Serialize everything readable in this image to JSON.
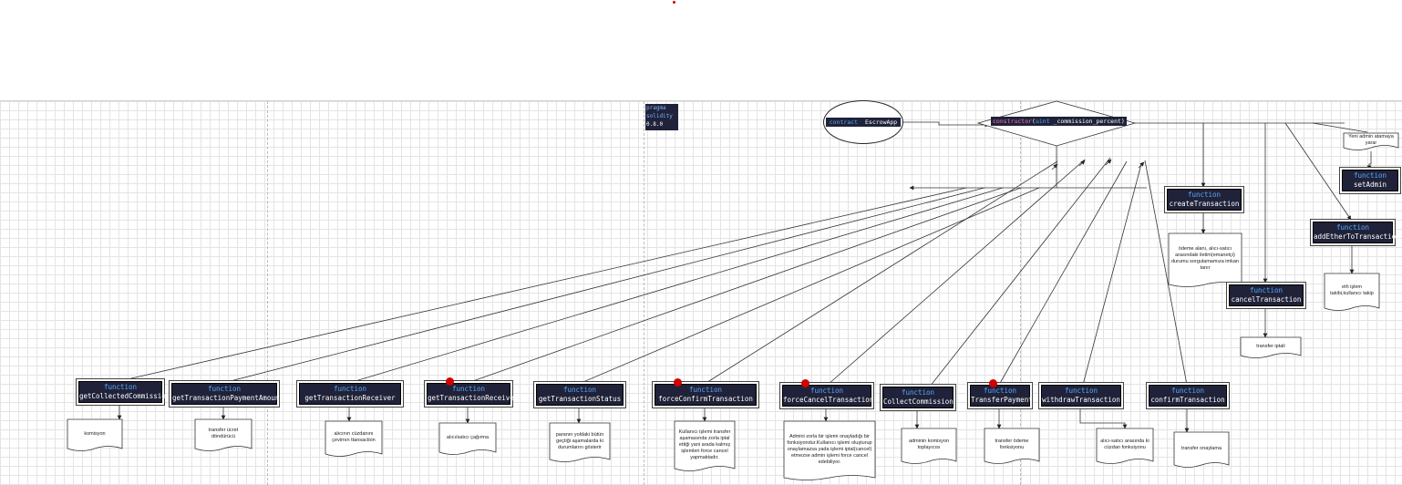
{
  "pragma": {
    "line1": "pragma",
    "line2": "solidity",
    "line3": "0.8.0"
  },
  "contract": {
    "keyword": "contract",
    "name": "EscrowApp"
  },
  "constructor": {
    "keyword": "constructor",
    "type": "uint",
    "param": "_commission_percent"
  },
  "function_keyword": "function",
  "functions": [
    {
      "id": "getCollectedCommission",
      "name": "getCollectedCommission",
      "doc": "komisyon",
      "marked": false
    },
    {
      "id": "getTransactionPaymentAmount",
      "name": "getTransactionPaymentAmount",
      "doc": "transfer ücret döndürücü",
      "marked": false
    },
    {
      "id": "getTransactionReceiver",
      "name": "getTransactionReceiver",
      "doc": "alıcının cüzdanını çevirnın ttansaction",
      "marked": false
    },
    {
      "id": "getTransactionReceiver2",
      "name": "getTransactionReceiver",
      "doc": "alıcı/satıcı çağırma",
      "marked": true
    },
    {
      "id": "getTransactionStatus",
      "name": "getTransactionStatus",
      "doc": "paranın yoldaki bütün geçtiği aşamalarda ki durumlarını gösterir",
      "marked": false
    },
    {
      "id": "forceConfirmTransaction",
      "name": "forceConfirmTransaction",
      "doc": "Kullanıcı işlemi transfer aşamasında zorla iptal ettiği yani arada kalmış işlemleri force cancel yapmaktadır.",
      "marked": true
    },
    {
      "id": "forceCancelTransaction",
      "name": "forceCancelTransaction",
      "doc": "Admini zorla bir işlemi onayladığı bir fonksiyondur.Kullanıcı işlemi oluşturup onaylamazsa yada işlemi iptal(cancel) etmezse admin işlemi force cancel edebiliyor.",
      "marked": true
    },
    {
      "id": "CollectCommission",
      "name": "CollectCommission",
      "doc": "adminin komisyon toplayıcısı",
      "marked": false
    },
    {
      "id": "TransferPayment",
      "name": "TransferPayment",
      "doc": "transfer ödeme fonksiyonu",
      "marked": true
    },
    {
      "id": "withdrawTransaction",
      "name": "withdrawTransaction",
      "doc": "alıcı-satıcı arasında ki cüzdan fonksiyonu",
      "marked": false
    },
    {
      "id": "confirmTransaction",
      "name": "confirmTransaction",
      "doc": "transfer onaylama",
      "marked": false
    },
    {
      "id": "createTransaction",
      "name": "createTransaction",
      "doc": "ödeme alanı, alıcı-satıcı arasındaki iletim(emanetçi) durumu sorgulamamıza imkan tanır",
      "marked": false
    },
    {
      "id": "cancelTransaction",
      "name": "cancelTransaction",
      "doc": "transfer iptali",
      "marked": false
    },
    {
      "id": "addEtherToTransaction",
      "name": "addEtherToTransaction",
      "doc": "eth işlem takibi,kullanıcı takip",
      "marked": false
    },
    {
      "id": "setAdmin",
      "name": "setAdmin",
      "doc": "Yeni admin atamaya yarar",
      "marked": false
    }
  ],
  "colors": {
    "function_bg": "#1f2238",
    "function_keyword": "#5aa9ff",
    "marker": "#d40000"
  }
}
